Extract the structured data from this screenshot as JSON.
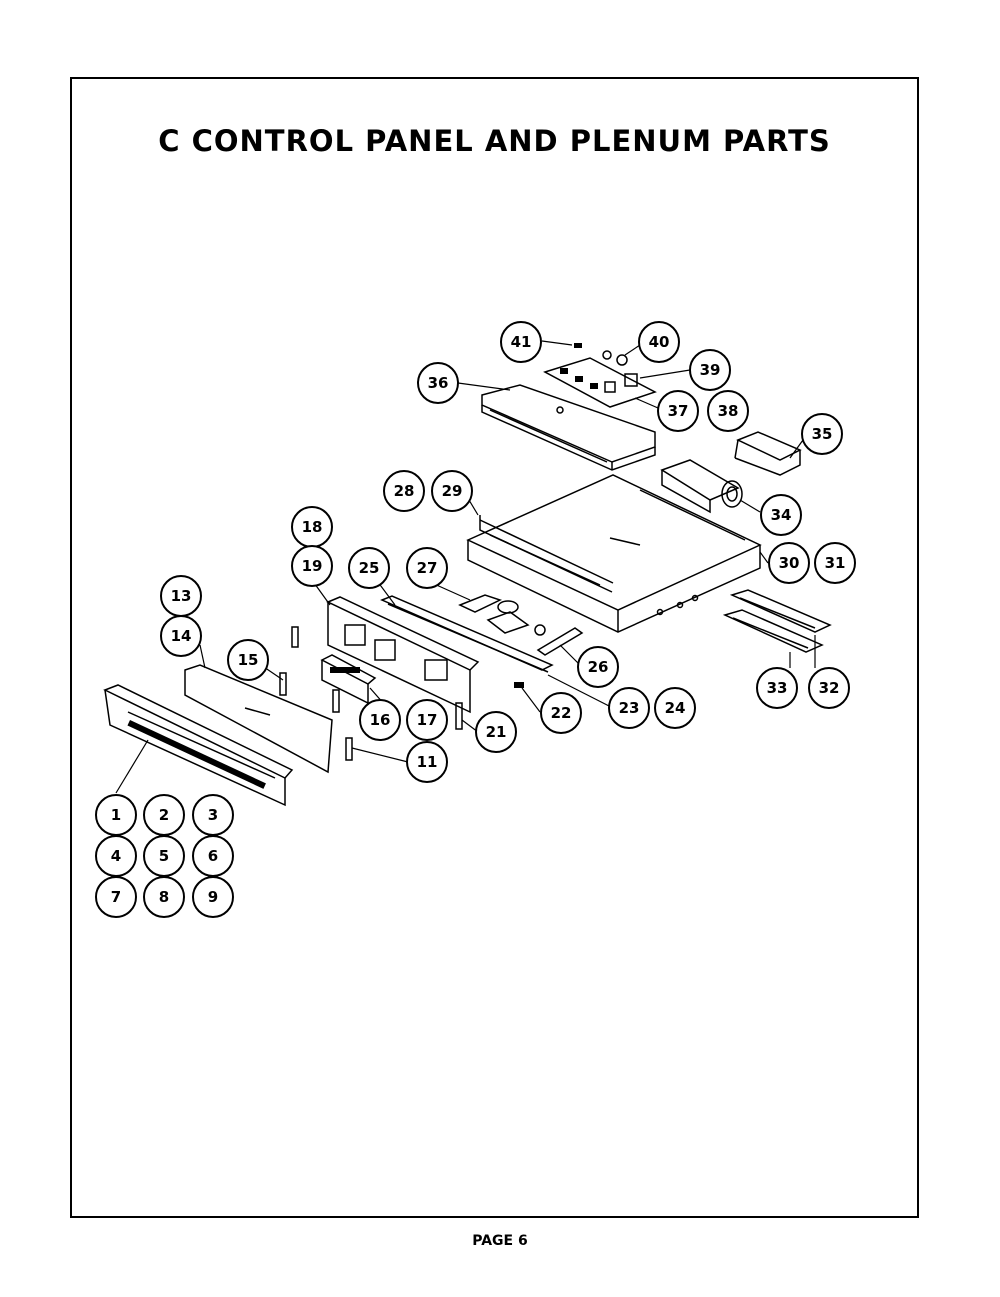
{
  "title": "C CONTROL PANEL AND PLENUM PARTS",
  "footer": "PAGE 6",
  "callouts": [
    {
      "id": "c1",
      "label": "1"
    },
    {
      "id": "c2",
      "label": "2"
    },
    {
      "id": "c3",
      "label": "3"
    },
    {
      "id": "c4",
      "label": "4"
    },
    {
      "id": "c5",
      "label": "5"
    },
    {
      "id": "c6",
      "label": "6"
    },
    {
      "id": "c7",
      "label": "7"
    },
    {
      "id": "c8",
      "label": "8"
    },
    {
      "id": "c9",
      "label": "9"
    },
    {
      "id": "c11",
      "label": "11"
    },
    {
      "id": "c13",
      "label": "13"
    },
    {
      "id": "c14",
      "label": "14"
    },
    {
      "id": "c15",
      "label": "15"
    },
    {
      "id": "c16",
      "label": "16"
    },
    {
      "id": "c17",
      "label": "17"
    },
    {
      "id": "c18",
      "label": "18"
    },
    {
      "id": "c19",
      "label": "19"
    },
    {
      "id": "c21",
      "label": "21"
    },
    {
      "id": "c22",
      "label": "22"
    },
    {
      "id": "c23",
      "label": "23"
    },
    {
      "id": "c24",
      "label": "24"
    },
    {
      "id": "c25",
      "label": "25"
    },
    {
      "id": "c26",
      "label": "26"
    },
    {
      "id": "c27",
      "label": "27"
    },
    {
      "id": "c28",
      "label": "28"
    },
    {
      "id": "c29",
      "label": "29"
    },
    {
      "id": "c30",
      "label": "30"
    },
    {
      "id": "c31",
      "label": "31"
    },
    {
      "id": "c32",
      "label": "32"
    },
    {
      "id": "c33",
      "label": "33"
    },
    {
      "id": "c34",
      "label": "34"
    },
    {
      "id": "c35",
      "label": "35"
    },
    {
      "id": "c36",
      "label": "36"
    },
    {
      "id": "c37",
      "label": "37"
    },
    {
      "id": "c38",
      "label": "38"
    },
    {
      "id": "c39",
      "label": "39"
    },
    {
      "id": "c40",
      "label": "40"
    },
    {
      "id": "c41",
      "label": "41"
    }
  ]
}
